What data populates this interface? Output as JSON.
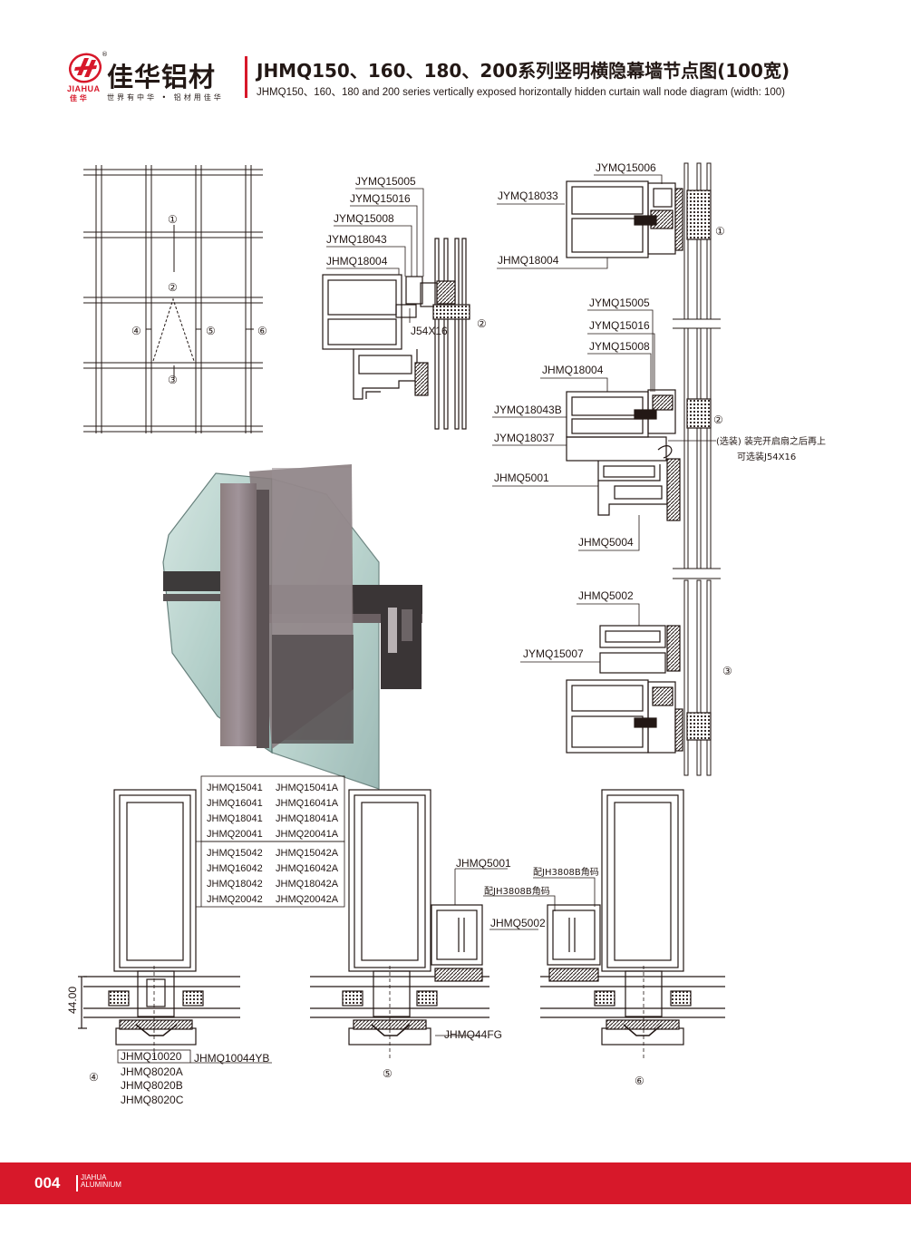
{
  "brand": {
    "name_cn": "佳华铝材",
    "name_en": "JIAHUA",
    "sub_cn": "佳 华",
    "slogan": "世界有中华 • 铝材用佳华",
    "registered": "®"
  },
  "title": {
    "cn": "JHMQ150、160、180、200系列竖明横隐幕墙节点图(100宽)",
    "en": "JHMQ150、160、180 and 200 series vertically exposed horizontally hidden curtain wall node diagram (width: 100)"
  },
  "grid_markers": {
    "m1": "①",
    "m2": "②",
    "m3": "③",
    "m4": "④",
    "m5": "⑤",
    "m6": "⑥"
  },
  "node2": {
    "labels": [
      "JYMQ15005",
      "JYMQ15016",
      "JYMQ15008",
      "JYMQ18043",
      "JHMQ18004"
    ],
    "j54": "J54X16",
    "marker": "②"
  },
  "section": {
    "top_labels": {
      "jymq15006": "JYMQ15006",
      "jymq18033": "JYMQ18033",
      "jhmq18004a": "JHMQ18004"
    },
    "mid_labels": {
      "jymq15005": "JYMQ15005",
      "jymq15016": "JYMQ15016",
      "jymq15008": "JYMQ15008",
      "jhmq18004b": "JHMQ18004",
      "jymq18043b": "JYMQ18043B",
      "jymq18037": "JYMQ18037",
      "jhmq5001": "JHMQ5001",
      "jhmq5004": "JHMQ5004"
    },
    "note_line1": "(选装) 装完开启扇之后再上",
    "note_line2": "可选装J54X16",
    "bot_labels": {
      "jhmq5002": "JHMQ5002",
      "jymq15007": "JYMQ15007"
    },
    "markers": {
      "m1": "①",
      "m2": "②",
      "m3": "③"
    }
  },
  "mullion_table": {
    "group1": [
      [
        "JHMQ15041",
        "JHMQ15041A"
      ],
      [
        "JHMQ16041",
        "JHMQ16041A"
      ],
      [
        "JHMQ18041",
        "JHMQ18041A"
      ],
      [
        "JHMQ20041",
        "JHMQ20041A"
      ]
    ],
    "group2": [
      [
        "JHMQ15042",
        "JHMQ15042A"
      ],
      [
        "JHMQ16042",
        "JHMQ16042A"
      ],
      [
        "JHMQ18042",
        "JHMQ18042A"
      ],
      [
        "JHMQ20042",
        "JHMQ20042A"
      ]
    ]
  },
  "node4": {
    "dim": "44.00",
    "cap_label": "JHMQ10020",
    "cap_label2": "JHMQ10044YB",
    "extra": [
      "JHMQ8020A",
      "JHMQ8020B",
      "JHMQ8020C"
    ],
    "marker": "④"
  },
  "node5": {
    "jhmq5001": "JHMQ5001",
    "corner1": "配JH3808B角码",
    "jhmq5002": "JHMQ5002",
    "jhmq44fg": "JHMQ44FG",
    "marker": "⑤"
  },
  "node6": {
    "corner2": "配JH3808B角码",
    "marker": "⑥"
  },
  "footer": {
    "page": "004",
    "brand1": "JIAHUA",
    "brand2": "ALUMINIUM"
  },
  "colors": {
    "accent": "#d7182a",
    "ink": "#231815"
  }
}
